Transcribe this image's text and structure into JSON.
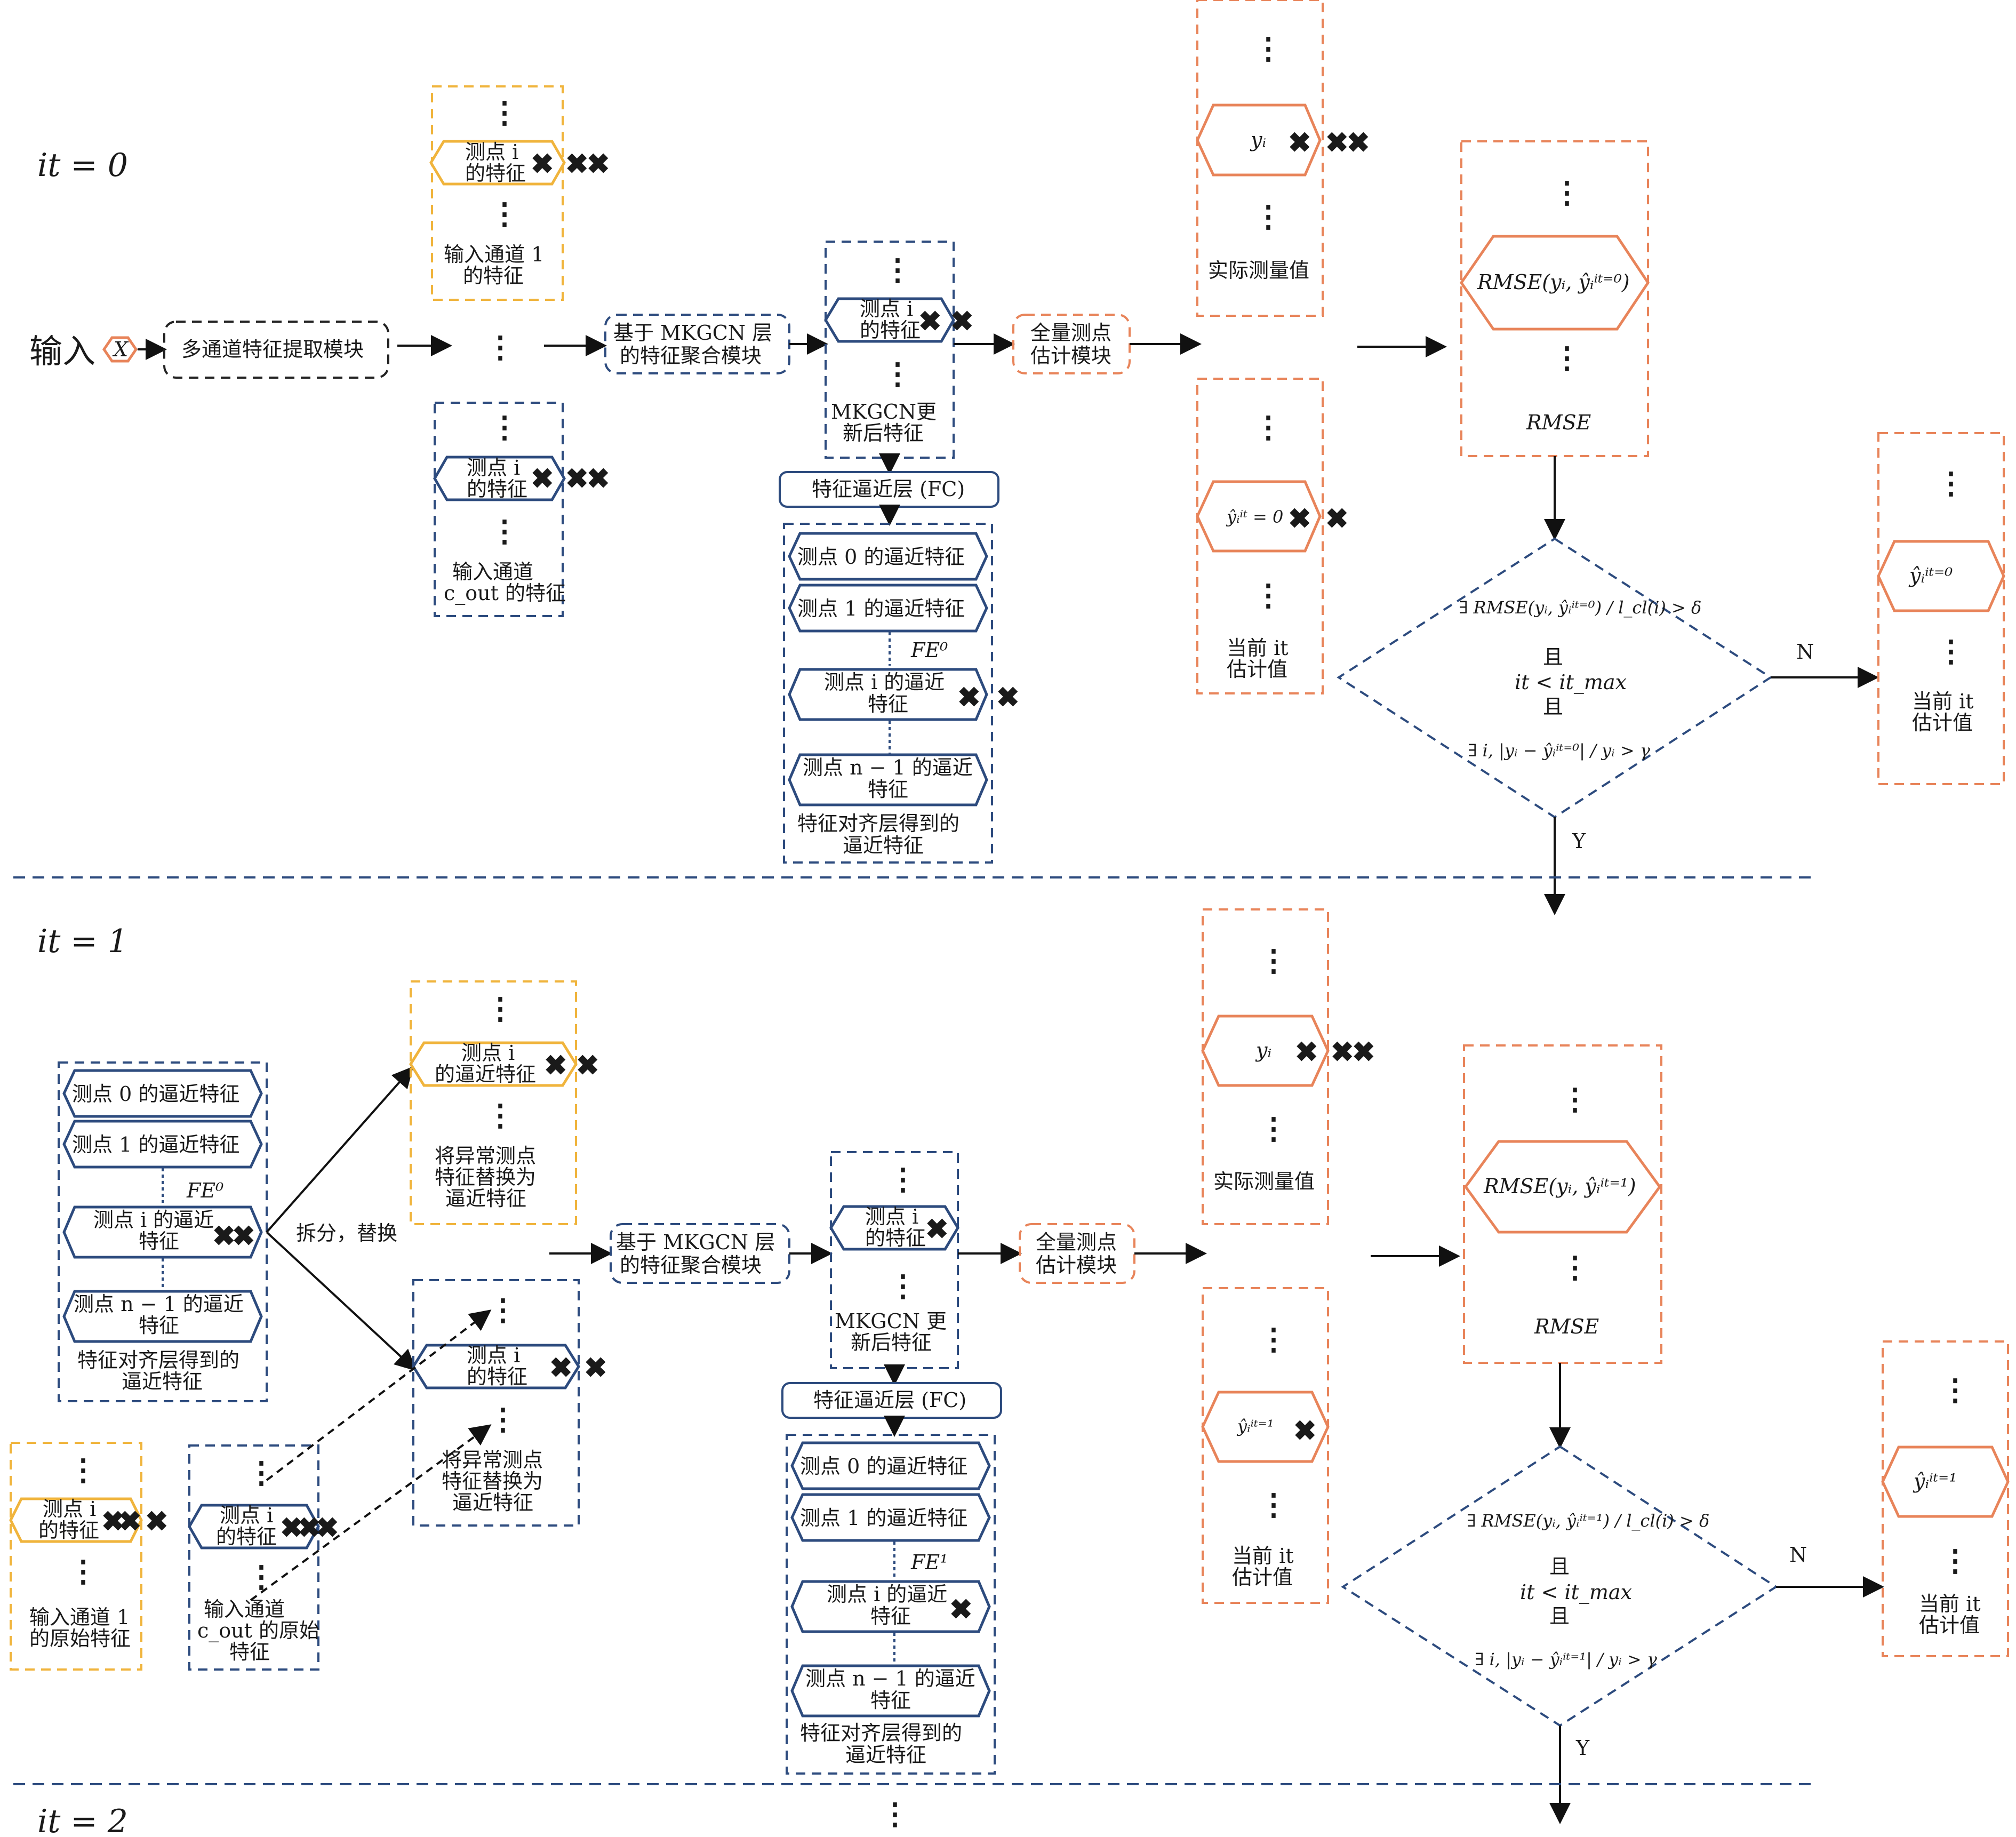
{
  "iterations": {
    "it0": "it = 0",
    "it1": "it = 1",
    "it2": "it = 2"
  },
  "input": {
    "label": "输入",
    "x": "X"
  },
  "modules": {
    "extract": "多通道特征提取模块",
    "mkgcn_l1": "基于 MKGCN 层",
    "mkgcn_l2": "的特征聚合模块",
    "fullest_l1": "全量测点",
    "fullest_l2": "估计模块",
    "fc_layer": "特征逼近层 (FC)"
  },
  "features": {
    "pt_i_l1": "测点 i",
    "pt_i_l2": "的特征",
    "ch1_l1": "输入通道 1",
    "ch1_l2": "的特征",
    "cout_l1": "输入通道",
    "cout_l2": "c_out 的特征",
    "mkgcn_upd_l1": "MKGCN更",
    "mkgcn_upd_l2": "新后特征",
    "mkgcn_upd_it1_l1": "MKGCN 更",
    "approx0": "测点 0 的逼近特征",
    "approx1": "测点 1 的逼近特征",
    "fe0": "FE⁰",
    "fe1": "FE¹",
    "approx_i_l1": "测点 i 的逼近",
    "approx_i_l2": "特征",
    "approx_n_l1": "测点 n − 1 的逼近",
    "approx_n_l2": "特征",
    "align_l1": "特征对齐层得到的",
    "align_l2": "逼近特征",
    "pt_i_approx_l2": "的逼近特征",
    "replace_l1": "将异常测点",
    "replace_l2": "特征替换为",
    "replace_l3": "逼近特征",
    "split": "拆分，替换",
    "orig_pt_l2": "的特征",
    "ch1_orig_l1": "输入通道 1",
    "ch1_orig_l2": "的原始特征",
    "cout_orig_l1": "输入通道",
    "cout_orig_l2": "c_out 的原始",
    "cout_orig_l3": "特征"
  },
  "estimates": {
    "yi": "yᵢ",
    "actual": "实际测量值",
    "yhat0": "ŷᵢⁱᵗ = 0",
    "yhat1": "ŷᵢⁱᵗ⁼¹",
    "current_l1": "当前 it",
    "current_l2": "估计值",
    "rmse0": "RMSE(yᵢ, ŷᵢⁱᵗ⁼⁰)",
    "rmse1": "RMSE(yᵢ, ŷᵢⁱᵗ⁼¹)",
    "rmse": "RMSE",
    "out0": "ŷᵢⁱᵗ⁼⁰",
    "out1": "ŷᵢⁱᵗ⁼¹"
  },
  "decision": {
    "c1_0": "∃ RMSE(yᵢ, ŷᵢⁱᵗ⁼⁰) / l_cl(i) > δ",
    "c1_1": "∃ RMSE(yᵢ, ŷᵢⁱᵗ⁼¹) / l_cl(i) > δ",
    "and": "且",
    "c2": "it < it_max",
    "c3_0": "∃ i, |yᵢ − ŷᵢⁱᵗ⁼⁰| / yᵢ > γ",
    "c3_1": "∃ i, |yᵢ − ŷᵢⁱᵗ⁼¹| / yᵢ > γ",
    "yes": "Y",
    "no": "N"
  },
  "dots": "⋮",
  "colors": {
    "yellow": "#f0b43c",
    "blue": "#2d4b7e",
    "orange": "#e8845a",
    "red": "#e02d2d"
  },
  "icons": [
    "cross-icon",
    "vertical-ellipsis-icon"
  ]
}
